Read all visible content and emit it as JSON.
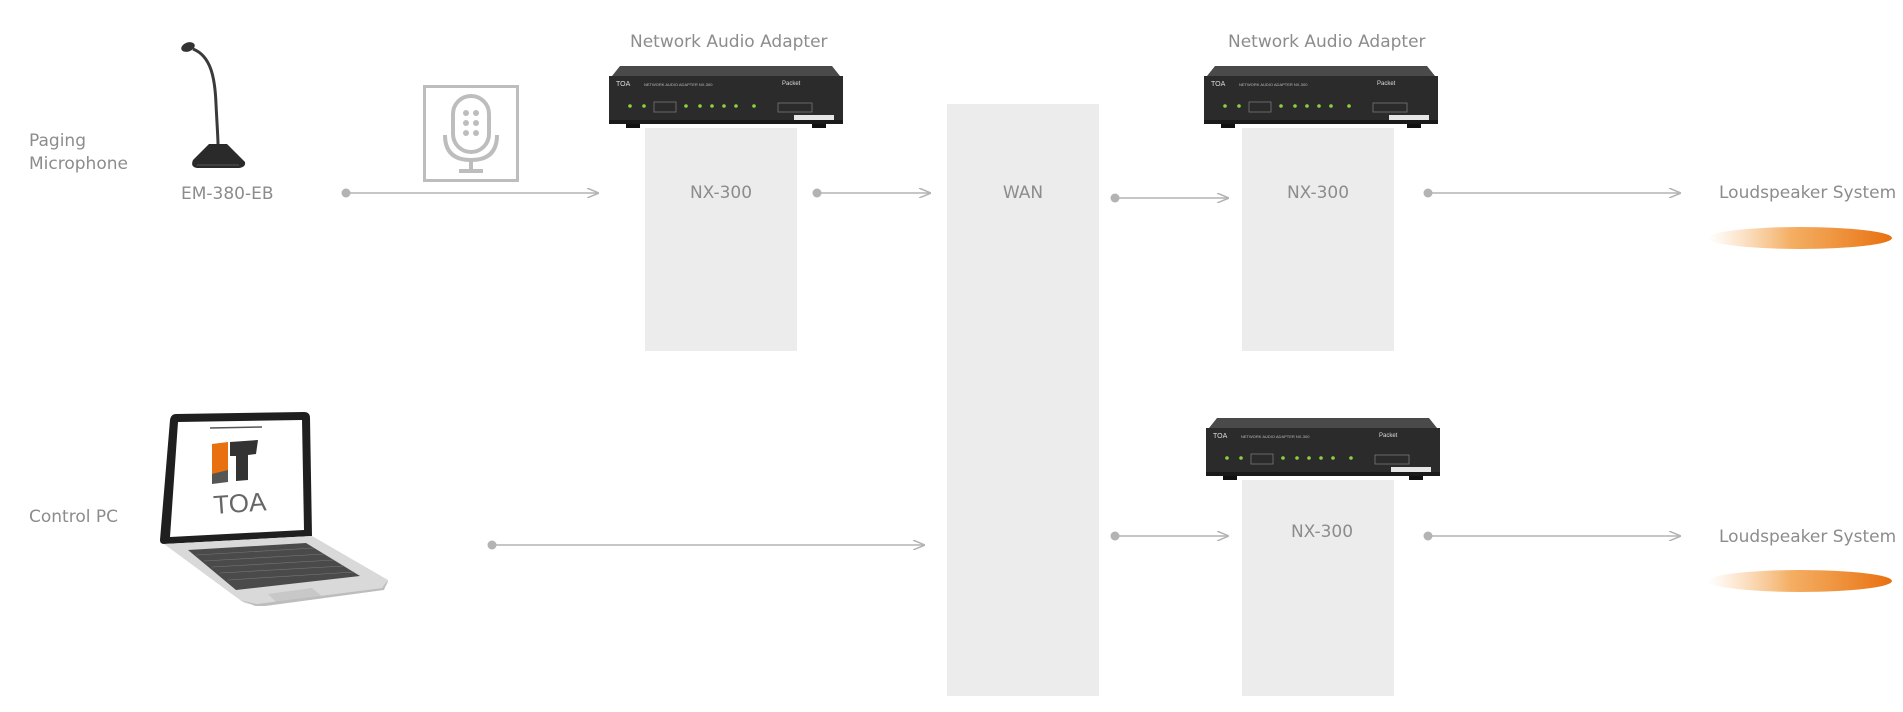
{
  "labels": {
    "paging_microphone_line1": "Paging",
    "paging_microphone_line2": "Microphone",
    "mic_model": "EM-380-EB",
    "control_pc": "Control PC",
    "adapter_title_left": "Network Audio Adapter",
    "adapter_title_right": "Network Audio Adapter",
    "nx300_left": "NX-300",
    "nx300_right_top": "NX-300",
    "nx300_right_bottom": "NX-300",
    "wan": "WAN",
    "loudspeaker_top": "Loudspeaker System",
    "loudspeaker_bottom": "Loudspeaker System"
  },
  "device_text": {
    "brand": "TOA",
    "device_line": "NETWORK AUDIO ADAPTER NX-300",
    "packet_label": "Packet"
  },
  "logo": {
    "text": "TOA"
  },
  "colors": {
    "block": "#ececec",
    "line": "#b3b3b3",
    "text": "#8c8c8c",
    "accent_orange": "#e8700f",
    "device_body": "#2b2b2b"
  },
  "icons": {
    "microphone": "microphone-icon",
    "laptop": "laptop-icon",
    "gooseneck": "gooseneck-microphone-icon",
    "speaker_indicator": "loudspeaker-indicator-icon"
  }
}
